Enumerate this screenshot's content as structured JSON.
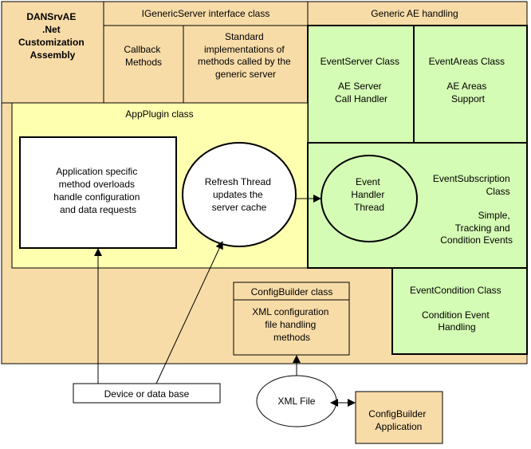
{
  "assembly_title": [
    "DANSrvAE",
    ".Net",
    "Customization",
    "Assembly"
  ],
  "igeneric_header": "IGenericServer interface class",
  "generic_ae_header": "Generic AE handling",
  "callback_methods": [
    "Callback",
    "Methods"
  ],
  "standard_impl": [
    "Standard",
    "implementations of",
    "methods called by the",
    "generic server"
  ],
  "event_server": [
    "EventServer Class",
    "AE Server",
    "Call Handler"
  ],
  "event_areas": [
    "EventAreas Class",
    "AE Areas",
    "Support"
  ],
  "appplugin_title": "AppPlugin class",
  "app_specific": [
    "Application specific",
    "method overloads",
    "handle configuration",
    "and data requests"
  ],
  "refresh_thread": [
    "Refresh Thread",
    "updates the",
    "server cache"
  ],
  "event_handler": [
    "Event",
    "Handler",
    "Thread"
  ],
  "event_subscription": [
    "EventSubscription",
    "Class",
    "Simple,",
    "Tracking and",
    "Condition Events"
  ],
  "configbuilder_class": "ConfigBuilder class",
  "configbuilder_body": [
    "XML configuration",
    "file handling",
    "methods"
  ],
  "event_condition": [
    "EventCondition Class",
    "Condition Event",
    "Handling"
  ],
  "device_db": "Device or data base",
  "xml_file": "XML File",
  "configbuilder_app": [
    "ConfigBuilder",
    "Application"
  ],
  "colors": {
    "tan": "#f8dca8",
    "yellow": "#ffffb0",
    "green": "#d4fcb4",
    "white": "#ffffff",
    "line": "#000000"
  }
}
